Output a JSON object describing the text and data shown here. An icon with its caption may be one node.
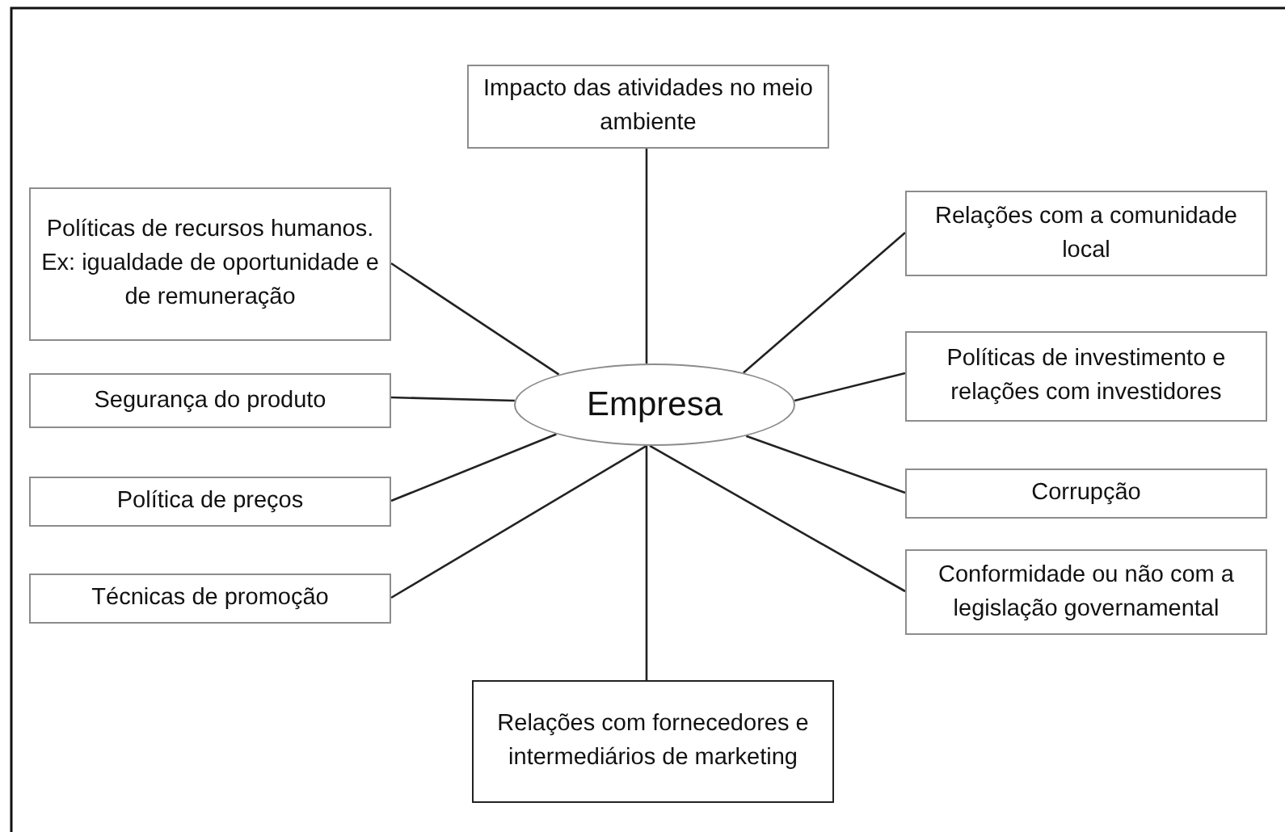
{
  "diagram": {
    "nodes": [
      {
        "text": [
          "Impacto das atividades no meio ambiente"
        ]
      },
      {
        "text": [
          "Políticas de recursos humanos. Ex: igualdade de oportunidade e de remuneração"
        ]
      },
      {
        "text": [
          "Relações com a comunidade local"
        ]
      },
      {
        "text": [
          "Segurança do produto"
        ]
      },
      {
        "text": [
          "Empresa"
        ]
      },
      {
        "text": [
          "Políticas de investimento e relações com investidores"
        ]
      },
      {
        "text": [
          "Política de preços"
        ]
      },
      {
        "text": [
          "Corrupção"
        ]
      },
      {
        "text": [
          "Técnicas de promoção"
        ]
      },
      {
        "text": [
          "Conformidade ou não com a legislação governamental"
        ]
      },
      {
        "text": [
          "Relações com fornecedores e intermediários de marketing"
        ]
      }
    ],
    "edges": [
      {
        "from": 4,
        "to": 0,
        "arrow": "none"
      },
      {
        "from": 4,
        "to": 1,
        "arrow": "none"
      },
      {
        "from": 4,
        "to": 2,
        "arrow": "none"
      },
      {
        "from": 4,
        "to": 3,
        "arrow": "none"
      },
      {
        "from": 4,
        "to": 5,
        "arrow": "none"
      },
      {
        "from": 4,
        "to": 6,
        "arrow": "none"
      },
      {
        "from": 4,
        "to": 7,
        "arrow": "none"
      },
      {
        "from": 4,
        "to": 8,
        "arrow": "none"
      },
      {
        "from": 4,
        "to": 9,
        "arrow": "none"
      },
      {
        "from": 4,
        "to": 10,
        "arrow": "none"
      }
    ]
  }
}
